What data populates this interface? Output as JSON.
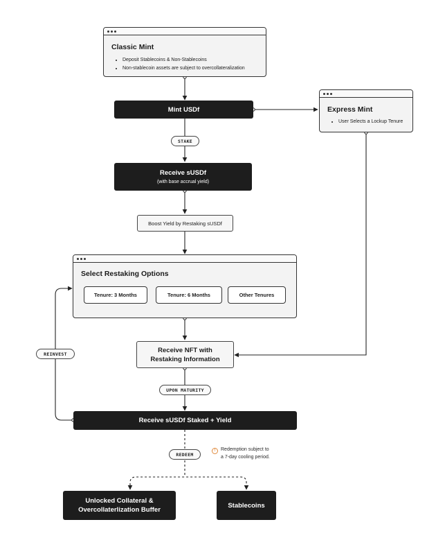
{
  "classic_mint": {
    "title": "Classic Mint",
    "bullets": [
      "Deposit Stablecoins & Non-Stablecoins",
      "Non-stablecoin assets are subject to overcollateralization"
    ]
  },
  "express_mint": {
    "title": "Express Mint",
    "bullets": [
      "User Selects a Lockup Tenure"
    ]
  },
  "mint_usdf": {
    "label": "Mint USDf"
  },
  "stake_pill": {
    "label": "STAKE"
  },
  "receive_susdf": {
    "label": "Receive sUSDf",
    "sub": "(with base accrual yield)"
  },
  "boost_yield": {
    "label": "Boost Yield by Restaking sUSDf"
  },
  "restaking_options": {
    "title": "Select Restaking Options",
    "options": [
      "Tenure: 3 Months",
      "Tenure: 6 Months",
      "Other Tenures"
    ]
  },
  "receive_nft": {
    "line1": "Receive NFT with",
    "line2": "Restaking Information"
  },
  "reinvest_pill": {
    "label": "REINVEST"
  },
  "maturity_pill": {
    "label": "UPON MATURITY"
  },
  "receive_staked": {
    "label": "Receive sUSDf Staked + Yield"
  },
  "redeem_pill": {
    "label": "REDEEM"
  },
  "redemption_note": {
    "icon": "!",
    "line1": "Redemption subject to",
    "line2": "a 7-day cooling period."
  },
  "unlocked_collateral": {
    "line1": "Unlocked Collateral &",
    "line2": "Overcollaterlization Buffer"
  },
  "stablecoins": {
    "label": "Stablecoins"
  },
  "colors": {
    "dark": "#1d1d1d",
    "panel": "#f3f3f3",
    "line": "#333333",
    "warning": "#e08a3c"
  }
}
